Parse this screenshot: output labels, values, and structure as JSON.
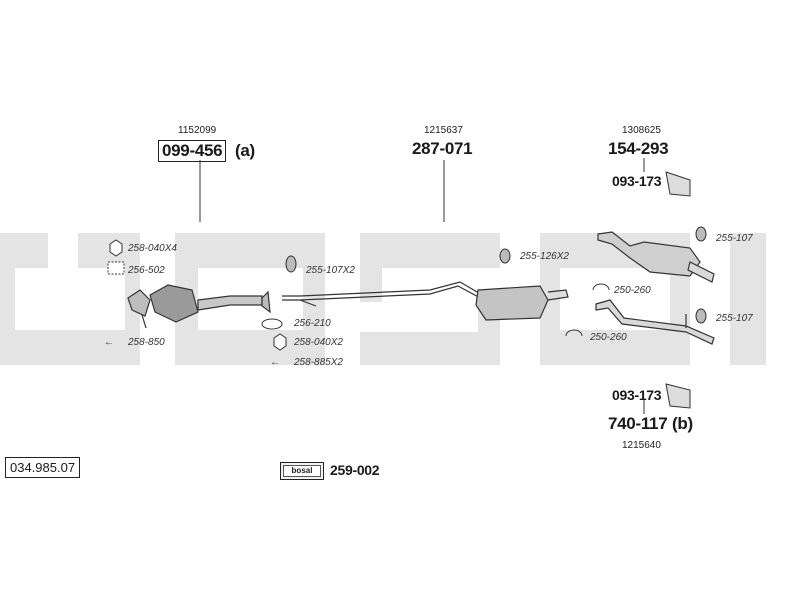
{
  "catalog_number": "034.985.07",
  "brand_watermark": "bosal",
  "brand_badge": "bosal",
  "bottom_part": "259-002",
  "main_parts": [
    {
      "oe_ref": "1152099",
      "number": "099-456",
      "suffix": "(a)"
    },
    {
      "oe_ref": "1215637",
      "number": "287-071"
    },
    {
      "oe_ref": "1308625",
      "number": "154-293"
    },
    {
      "oe_ref": "1215640",
      "number": "740-117",
      "suffix": "(b)"
    }
  ],
  "brackets": [
    "093-173",
    "093-173"
  ],
  "fittings": [
    "258-040X4",
    "256-502",
    "258-850",
    "255-107X2",
    "256-210",
    "258-040X2",
    "258-885X2",
    "255-126X2",
    "250-260",
    "250-260",
    "255-107",
    "255-107"
  ],
  "colors": {
    "watermark": "#e4e4e4",
    "line": "#333333",
    "part_fill": "#bdbdbd"
  }
}
